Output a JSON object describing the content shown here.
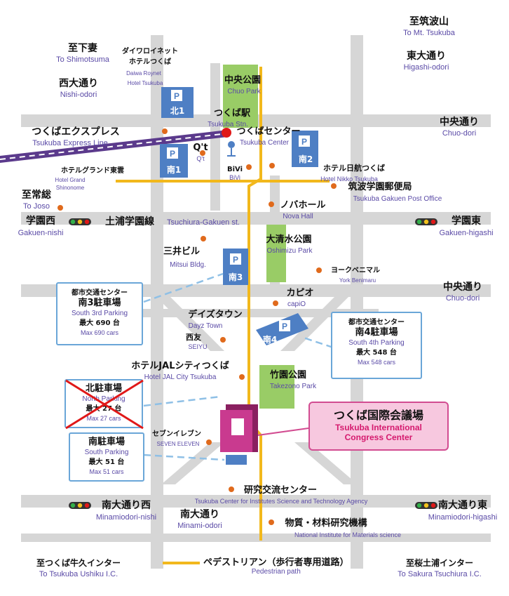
{
  "map": {
    "directions": [
      {
        "id": "shimotsuma",
        "jp": "至下妻",
        "en": "To Shimotsuma"
      },
      {
        "id": "mt-tsukuba",
        "jp": "至筑波山",
        "en": "To Mt. Tsukuba"
      },
      {
        "id": "higashi-odori",
        "jp": "東大通り",
        "en": "Higashi-odori"
      },
      {
        "id": "nishi-odori",
        "jp": "西大通り",
        "en": "Nishi-odori"
      },
      {
        "id": "chuo-dori",
        "jp": "中央通り",
        "en": "Chuo-dori"
      },
      {
        "id": "joso",
        "jp": "至常総",
        "en": "To Joso"
      },
      {
        "id": "gakuen-nishi",
        "jp": "学園西",
        "en": "Gakuen-nishi"
      },
      {
        "id": "gakuen-higashi",
        "jp": "学園東",
        "en": "Gakuen-higashi"
      },
      {
        "id": "chuo-dori-east",
        "jp": "中央通り",
        "en": "Chuo-dori"
      },
      {
        "id": "minamiodori-nishi",
        "jp": "南大通り西",
        "en": "Minamiodori-nishi"
      },
      {
        "id": "minamiodori-higashi",
        "jp": "南大通り東",
        "en": "Minamiodori-higashi"
      },
      {
        "id": "minami-odori",
        "jp": "南大通り",
        "en": "Minami-odori"
      },
      {
        "id": "ushiku",
        "jp": "至つくば牛久インター",
        "en": "To Tsukuba Ushiku I.C."
      },
      {
        "id": "sakura",
        "jp": "至桜土浦インター",
        "en": "To Sakura Tsuchiura I.C."
      }
    ],
    "roads": {
      "express_jp": "つくばエクスプレス",
      "express_en": "Tsukuba Express Line",
      "gakuen_jp": "土浦学園線",
      "gakuen_en": "Tsuchiura-Gakuen st."
    },
    "places": [
      {
        "id": "daiwa",
        "jp1": "ダイワロイネット",
        "jp2": "ホテルつくば",
        "en1": "Daiwa Roynet",
        "en2": "Hotel Tsukuba"
      },
      {
        "id": "chuo-park",
        "jp": "中央公園",
        "en": "Chuo Park"
      },
      {
        "id": "station",
        "jp": "つくば駅",
        "en": "Tsukuba Stn."
      },
      {
        "id": "center",
        "jp": "つくばセンター",
        "en": "Tsukuba Center"
      },
      {
        "id": "qt",
        "jp": "Q't",
        "en": "Q't"
      },
      {
        "id": "bivi",
        "jp": "BiVi",
        "en": "BiVi"
      },
      {
        "id": "nikko",
        "jp": "ホテル日航つくば",
        "en": "Hotel Nikko Tsukuba"
      },
      {
        "id": "grand",
        "jp": "ホテルグランド東雲",
        "en1": "Hotel Grand",
        "en2": "Shinonome"
      },
      {
        "id": "post",
        "jp": "筑波学園郵便局",
        "en": "Tsukuba Gakuen Post Office"
      },
      {
        "id": "nova",
        "jp": "ノバホール",
        "en": "Nova Hall"
      },
      {
        "id": "oshimizu",
        "jp": "大清水公園",
        "en": "Oshimizu Park"
      },
      {
        "id": "mitsui",
        "jp": "三井ビル",
        "en": "Mitsui Bldg."
      },
      {
        "id": "york",
        "jp": "ヨークベニマル",
        "en": "York Benimaru"
      },
      {
        "id": "capio",
        "jp": "カピオ",
        "en": "capiO"
      },
      {
        "id": "dayz",
        "jp": "デイズタウン",
        "en": "Dayz Town"
      },
      {
        "id": "seiyu",
        "jp": "西友",
        "en": "SEIYU"
      },
      {
        "id": "jal",
        "jp": "ホテルJALシティつくば",
        "en": "Hotel JAL City Tsukuba"
      },
      {
        "id": "takezono",
        "jp": "竹園公園",
        "en": "Takezono Park"
      },
      {
        "id": "seven",
        "jp": "セブンイレブン",
        "en": "SEVEN ELEVEN"
      },
      {
        "id": "research",
        "jp": "研究交流センター",
        "en": "Tsukuba Center for Institutes Science and Technology Agency"
      },
      {
        "id": "nims",
        "jp": "物質・材料研究機構",
        "en": "National Institute for Materials science"
      }
    ],
    "parking_signs": [
      {
        "id": "north1",
        "letter": "P",
        "label": "北1"
      },
      {
        "id": "south1",
        "letter": "P",
        "label": "南1"
      },
      {
        "id": "south2",
        "letter": "P",
        "label": "南2"
      },
      {
        "id": "south3",
        "letter": "P",
        "label": "南3"
      },
      {
        "id": "south4",
        "letter": "P",
        "label": "南4"
      }
    ]
  },
  "parking_boxes": {
    "south3": {
      "org": "都市交通センター",
      "jp": "南3駐車場",
      "en": "South 3rd Parking",
      "max_jp": "最大 690 台",
      "max_en": "Max 690 cars"
    },
    "south4": {
      "org": "都市交通センター",
      "jp": "南4駐車場",
      "en": "South 4th Parking",
      "max_jp": "最大 548 台",
      "max_en": "Max 548 cars"
    },
    "north": {
      "jp": "北駐車場",
      "en": "North Parking",
      "max_jp": "最大 27 台",
      "max_en": "Max 27 cars",
      "closed": true
    },
    "south": {
      "jp": "南駐車場",
      "en": "South Parking",
      "max_jp": "最大 51 台",
      "max_en": "Max 51 cars"
    }
  },
  "destination": {
    "jp": "つくば国際会議場",
    "en1": "Tsukuba International",
    "en2": "Congress Center"
  },
  "legend": {
    "jp": "ペデストリアン（歩行者専用道路）",
    "en": "Pedestrian path"
  },
  "colors": {
    "road": "#d6d6d6",
    "pedestrian": "#f2b81c",
    "park": "#99cc66",
    "parking": "#4e7fc4",
    "poi": "#e06a1c",
    "venue": "#c93a8f",
    "station": "#e01818",
    "box_border": "#6aa6d8"
  }
}
